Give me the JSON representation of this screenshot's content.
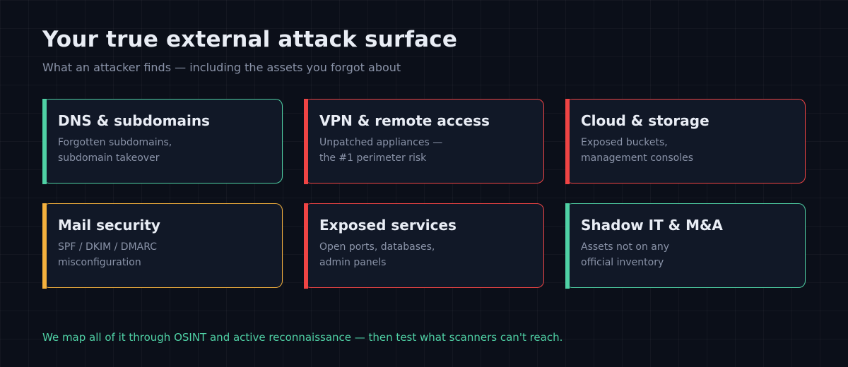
{
  "header": {
    "title": "Your true external attack surface",
    "subtitle": "What an attacker finds — including the assets you forgot about"
  },
  "cards": [
    {
      "title": "DNS & subdomains",
      "desc_line1": "Forgotten subdomains,",
      "desc_line2": "subdomain takeover",
      "accent": "#4fd1a5"
    },
    {
      "title": "VPN & remote access",
      "desc_line1": "Unpatched appliances —",
      "desc_line2": "the #1 perimeter risk",
      "accent": "#ef4444"
    },
    {
      "title": "Cloud & storage",
      "desc_line1": "Exposed buckets,",
      "desc_line2": "management consoles",
      "accent": "#ef4444"
    },
    {
      "title": "Mail security",
      "desc_line1": "SPF / DKIM / DMARC",
      "desc_line2": "misconfiguration",
      "accent": "#f5b13d"
    },
    {
      "title": "Exposed services",
      "desc_line1": "Open ports, databases,",
      "desc_line2": "admin panels",
      "accent": "#ef4444"
    },
    {
      "title": "Shadow IT & M&A",
      "desc_line1": "Assets not on any",
      "desc_line2": "official inventory",
      "accent": "#4fd1a5"
    }
  ],
  "footer": {
    "text": "We map all of it through OSINT and active reconnaissance — then test what scanners can't reach."
  }
}
